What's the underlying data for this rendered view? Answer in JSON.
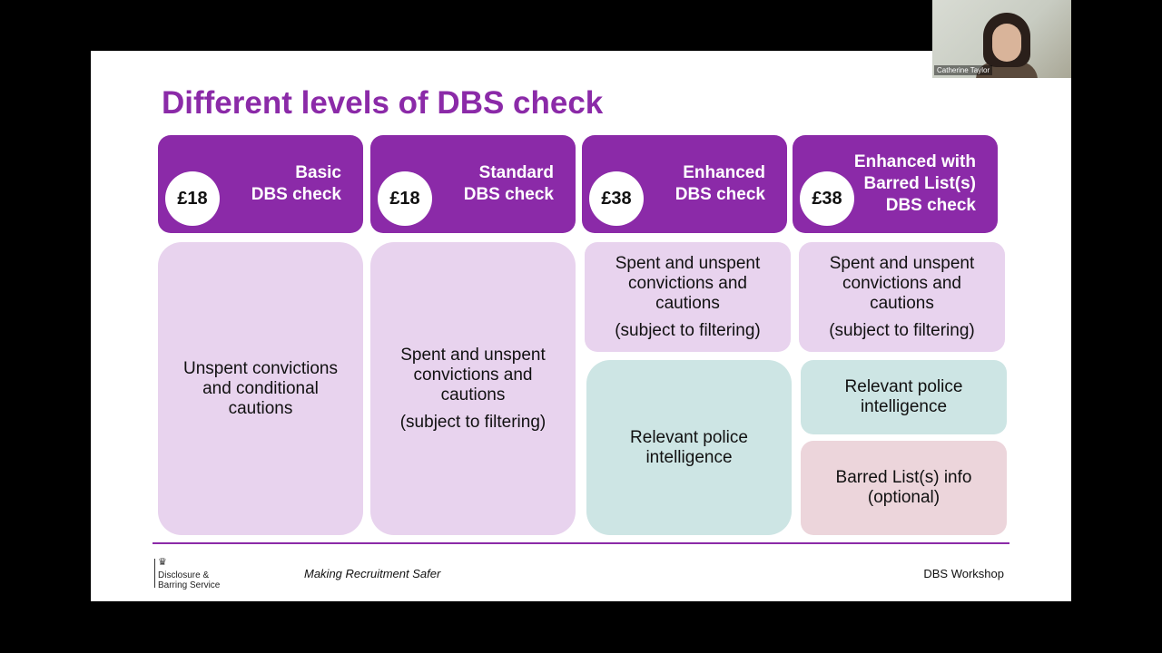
{
  "slide": {
    "title": "Different levels of DBS check",
    "columns": [
      {
        "price": "£18",
        "label_lines": [
          "Basic",
          "DBS check"
        ],
        "boxes": [
          {
            "main": [
              "Unspent convictions",
              "and conditional",
              "cautions"
            ],
            "sub": ""
          }
        ]
      },
      {
        "price": "£18",
        "label_lines": [
          "Standard",
          "DBS check"
        ],
        "boxes": [
          {
            "main": [
              "Spent and unspent",
              "convictions and",
              "cautions"
            ],
            "sub": "(subject to filtering)"
          }
        ]
      },
      {
        "price": "£38",
        "label_lines": [
          "Enhanced",
          "DBS check"
        ],
        "boxes": [
          {
            "main": [
              "Spent and unspent",
              "convictions and",
              "cautions"
            ],
            "sub": "(subject to filtering)"
          },
          {
            "main": [
              "Relevant police",
              "intelligence"
            ],
            "sub": ""
          }
        ]
      },
      {
        "price": "£38",
        "label_lines": [
          "Enhanced with",
          "Barred List(s)",
          "DBS check"
        ],
        "boxes": [
          {
            "main": [
              "Spent and unspent",
              "convictions and",
              "cautions"
            ],
            "sub": "(subject to filtering)"
          },
          {
            "main": [
              "Relevant police",
              "intelligence"
            ],
            "sub": ""
          },
          {
            "main": [
              "Barred List(s) info",
              "(optional)"
            ],
            "sub": ""
          }
        ]
      }
    ],
    "footer": {
      "logo_lines": [
        "Disclosure &",
        "Barring Service"
      ],
      "tagline": "Making Recruitment Safer",
      "workshop": "DBS Workshop"
    }
  },
  "webcam": {
    "participant_name": "Catherine Taylor"
  },
  "colors": {
    "accent_purple": "#8b2aa8",
    "box_pink": "#e8d3ee",
    "box_teal": "#cde5e4",
    "box_rose": "#ecd5db"
  }
}
